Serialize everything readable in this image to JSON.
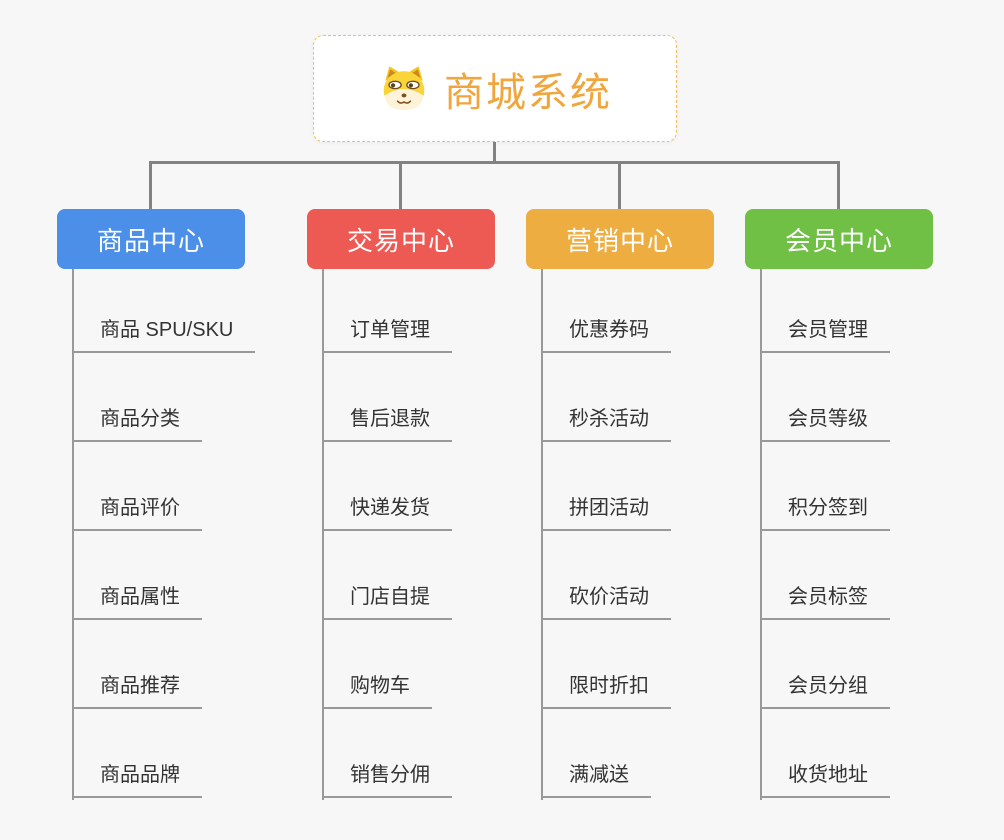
{
  "canvas": {
    "background_color": "#f7f7f7",
    "connector_color": "#828282",
    "leaf_line_color": "#999999",
    "leaf_text_color": "#333333"
  },
  "root": {
    "title": "商城系统",
    "icon": "dog-face-icon",
    "text_color": "#f0a63c",
    "border_color": "#f3bc61",
    "background_color": "#ffffff"
  },
  "branches": [
    {
      "label": "商品中心",
      "color": "#4b8fe8",
      "children": [
        "商品 SPU/SKU",
        "商品分类",
        "商品评价",
        "商品属性",
        "商品推荐",
        "商品品牌"
      ]
    },
    {
      "label": "交易中心",
      "color": "#ed5a54",
      "children": [
        "订单管理",
        "售后退款",
        "快递发货",
        "门店自提",
        "购物车",
        "销售分佣"
      ]
    },
    {
      "label": "营销中心",
      "color": "#edad41",
      "children": [
        "优惠券码",
        "秒杀活动",
        "拼团活动",
        "砍价活动",
        "限时折扣",
        "满减送"
      ]
    },
    {
      "label": "会员中心",
      "color": "#6fc044",
      "children": [
        "会员管理",
        "会员等级",
        "积分签到",
        "会员标签",
        "会员分组",
        "收货地址"
      ]
    }
  ]
}
